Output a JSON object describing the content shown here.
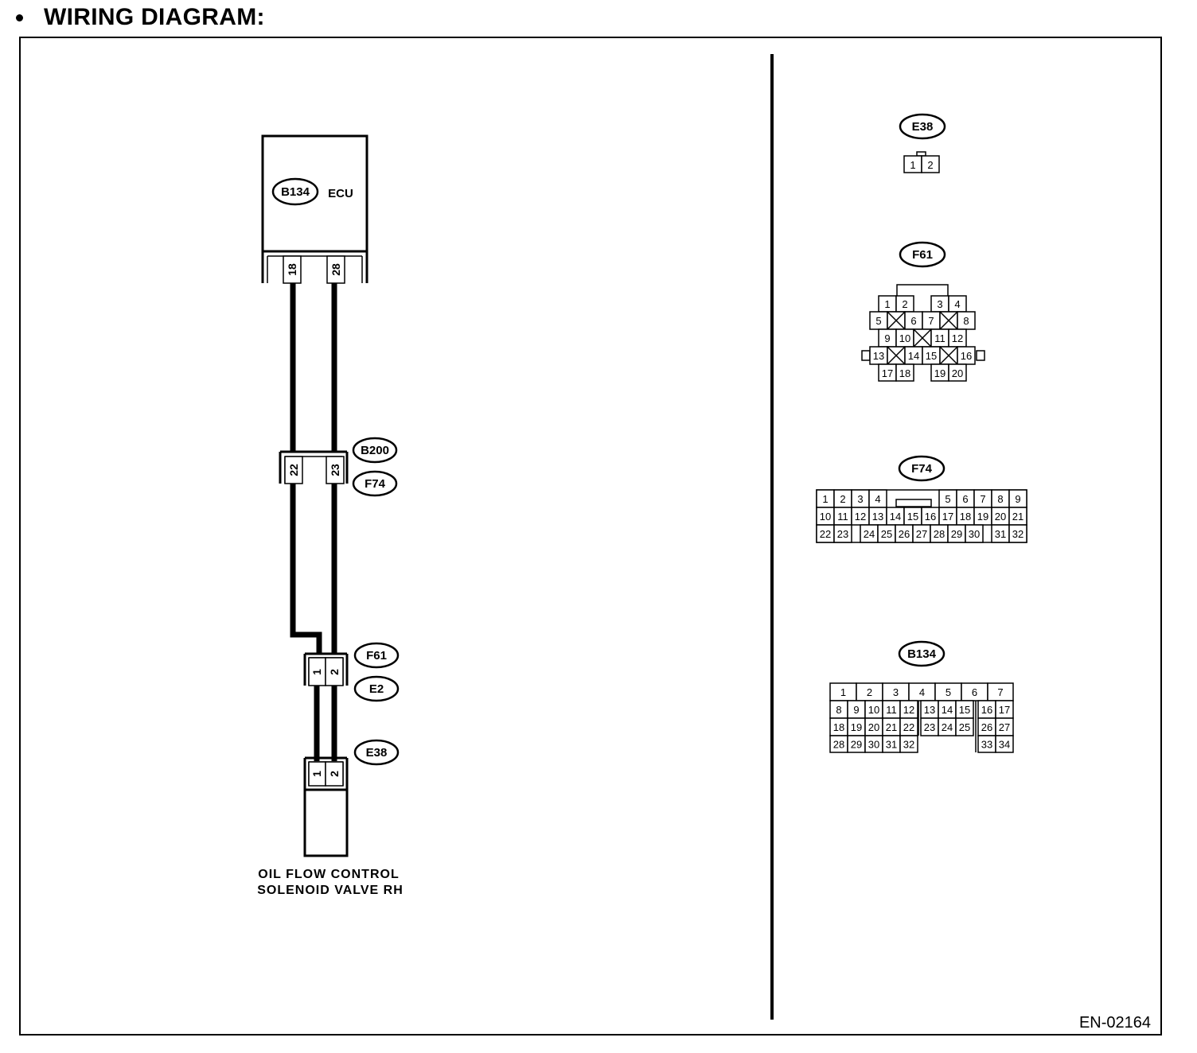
{
  "header": {
    "title": "WIRING DIAGRAM:"
  },
  "components": {
    "ecu": {
      "connector": "B134",
      "label": "ECU",
      "pins": [
        "18",
        "28"
      ]
    },
    "mid_connector": {
      "top": "B200",
      "bottom": "F74",
      "pins": [
        "22",
        "23"
      ]
    },
    "lower_connector": {
      "top": "F61",
      "bottom": "E2",
      "pins": [
        "1",
        "2"
      ]
    },
    "valve": {
      "connector": "E38",
      "pins": [
        "1",
        "2"
      ],
      "caption": [
        "OIL FLOW CONTROL",
        "SOLENOID VALVE RH"
      ]
    }
  },
  "connector_views": {
    "e38": {
      "label": "E38",
      "rows": [
        [
          "1",
          "2"
        ]
      ]
    },
    "f61": {
      "label": "F61",
      "rows": [
        [
          "1",
          "2",
          "",
          "3",
          "4"
        ],
        [
          "5",
          "X",
          "6",
          "7",
          "X",
          "8"
        ],
        [
          "9",
          "10",
          "X",
          "11",
          "12"
        ],
        [
          "13",
          "X",
          "14",
          "15",
          "X",
          "16"
        ],
        [
          "17",
          "18",
          "",
          "19",
          "20"
        ]
      ]
    },
    "f74": {
      "label": "F74",
      "rows": [
        [
          "1",
          "2",
          "3",
          "4",
          "",
          "",
          "",
          "5",
          "6",
          "7",
          "8",
          "9"
        ],
        [
          "10",
          "11",
          "12",
          "13",
          "14",
          "15",
          "16",
          "17",
          "18",
          "19",
          "20",
          "21"
        ],
        [
          "22",
          "23",
          "",
          "24",
          "25",
          "26",
          "27",
          "28",
          "29",
          "30",
          "",
          "31",
          "32"
        ]
      ]
    },
    "b134": {
      "label": "B134",
      "rows": [
        [
          "1",
          "2",
          "3",
          "4",
          "5",
          "6",
          "7"
        ],
        [
          "8",
          "9",
          "10",
          "11",
          "12",
          "13",
          "14",
          "15",
          "16",
          "17"
        ],
        [
          "18",
          "19",
          "20",
          "21",
          "22",
          "23",
          "24",
          "25",
          "26",
          "27"
        ],
        [
          "28",
          "29",
          "30",
          "31",
          "32",
          "33",
          "34"
        ]
      ]
    }
  },
  "figure_code": "EN-02164"
}
